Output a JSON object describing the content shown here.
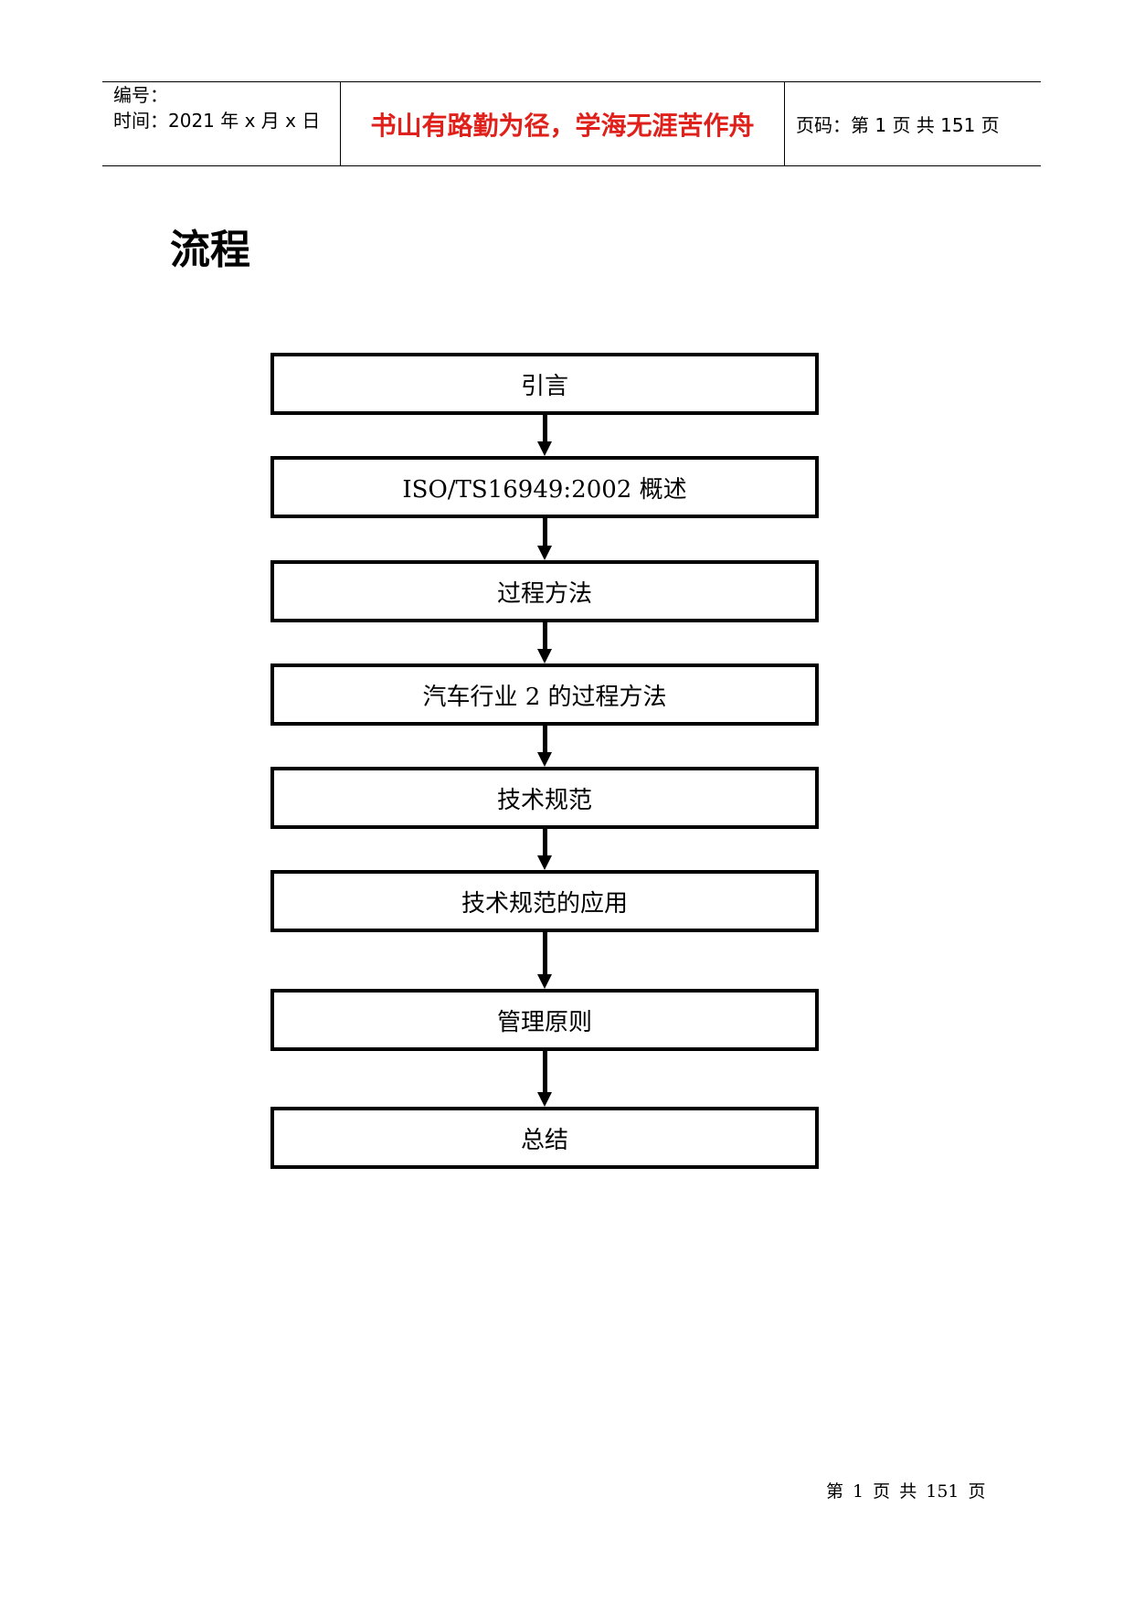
{
  "header": {
    "number_label": "编号：",
    "time_label": "时间：2021 年 x 月 x 日",
    "motto": "书山有路勤为径，学海无涯苦作舟",
    "page_info": "页码：第 1 页  共 151 页"
  },
  "title": "流程",
  "flow": {
    "steps": [
      "引言",
      "ISO/TS16949:2002 概述",
      "过程方法",
      "汽车行业 2 的过程方法",
      "技术规范",
      "技术规范的应用",
      "管理原则",
      "总结"
    ]
  },
  "footer": {
    "page_text": "第 1 页 共 151 页"
  },
  "colors": {
    "motto": "#e0201b",
    "text": "#000000"
  }
}
